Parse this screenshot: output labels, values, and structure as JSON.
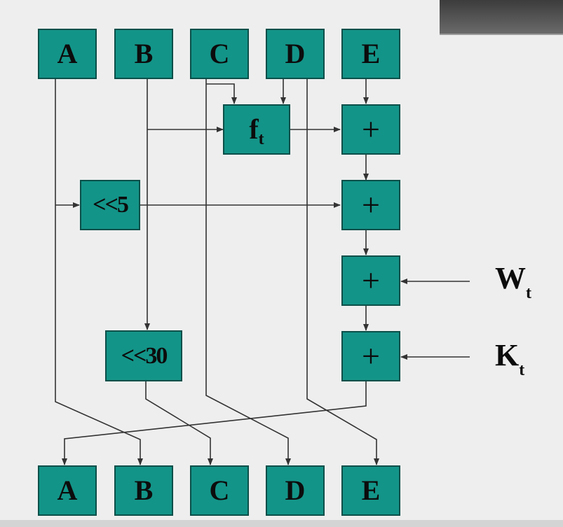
{
  "colors": {
    "box_fill": "#139488",
    "box_border": "#0b4f49",
    "wire": "#333333",
    "background": "#eeeeee"
  },
  "top_registers": [
    "A",
    "B",
    "C",
    "D",
    "E"
  ],
  "bottom_registers": [
    "A",
    "B",
    "C",
    "D",
    "E"
  ],
  "function_box": {
    "base": "f",
    "sub": "t"
  },
  "shift5_label": "<<5",
  "shift30_label": "<<30",
  "adder_symbol": "+",
  "inputs": {
    "w": {
      "base": "W",
      "sub": "t"
    },
    "k": {
      "base": "K",
      "sub": "t"
    }
  }
}
